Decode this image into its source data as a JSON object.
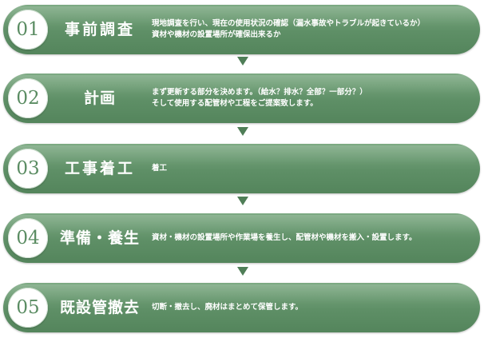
{
  "colors": {
    "step_fill": "#5e8f66",
    "number_text": "#5a8c62",
    "arrow": "#4f7e57"
  },
  "steps": [
    {
      "number": "01",
      "title": "事前調査",
      "lines": [
        "現地調査を行い、現在の使用状況の確認（漏水事故やトラブルが起きているか）",
        "資材や機材の設置場所が確保出来るか"
      ]
    },
    {
      "number": "02",
      "title": "計画",
      "lines": [
        "まず更新する部分を決めます。（給水？排水？全部？一部分？）",
        "そして使用する配管材や工程をご提案致します。"
      ]
    },
    {
      "number": "03",
      "title": "工事着工",
      "lines": [
        "着工",
        ""
      ]
    },
    {
      "number": "04",
      "title": "準備・養生",
      "lines": [
        "資材・機材の設置場所や作業場を養生し、配管材や機材を搬入・設置します。",
        ""
      ]
    },
    {
      "number": "05",
      "title": "既設管撤去",
      "lines": [
        "切断・撤去し、廃材はまとめて保管します。",
        ""
      ]
    }
  ]
}
